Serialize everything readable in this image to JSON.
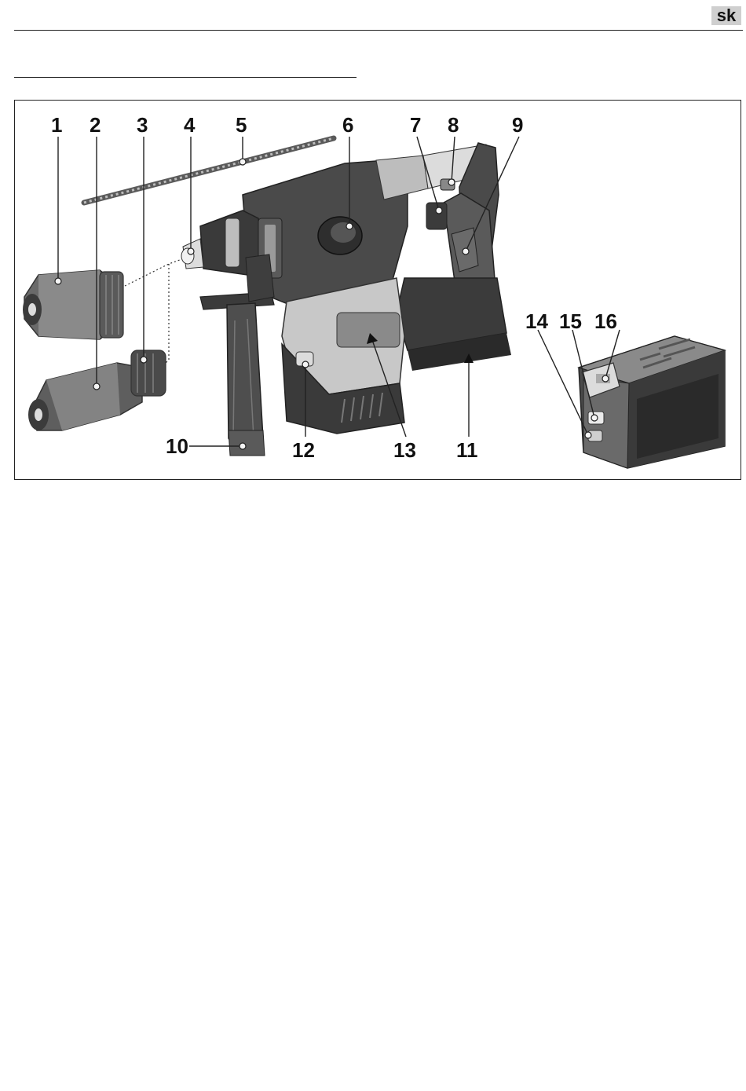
{
  "header": {
    "language_code": "sk"
  },
  "figure": {
    "callouts": [
      "1",
      "2",
      "3",
      "4",
      "5",
      "6",
      "7",
      "8",
      "9",
      "10",
      "11",
      "12",
      "13",
      "14",
      "15",
      "16"
    ]
  },
  "colors": {
    "rule": "#222222",
    "badge_bg": "#cfcfcf",
    "tool_dark": "#3b3b3b",
    "tool_mid": "#6a6a6a",
    "tool_light": "#bdbdbd",
    "tool_pale": "#dcdcdc"
  }
}
